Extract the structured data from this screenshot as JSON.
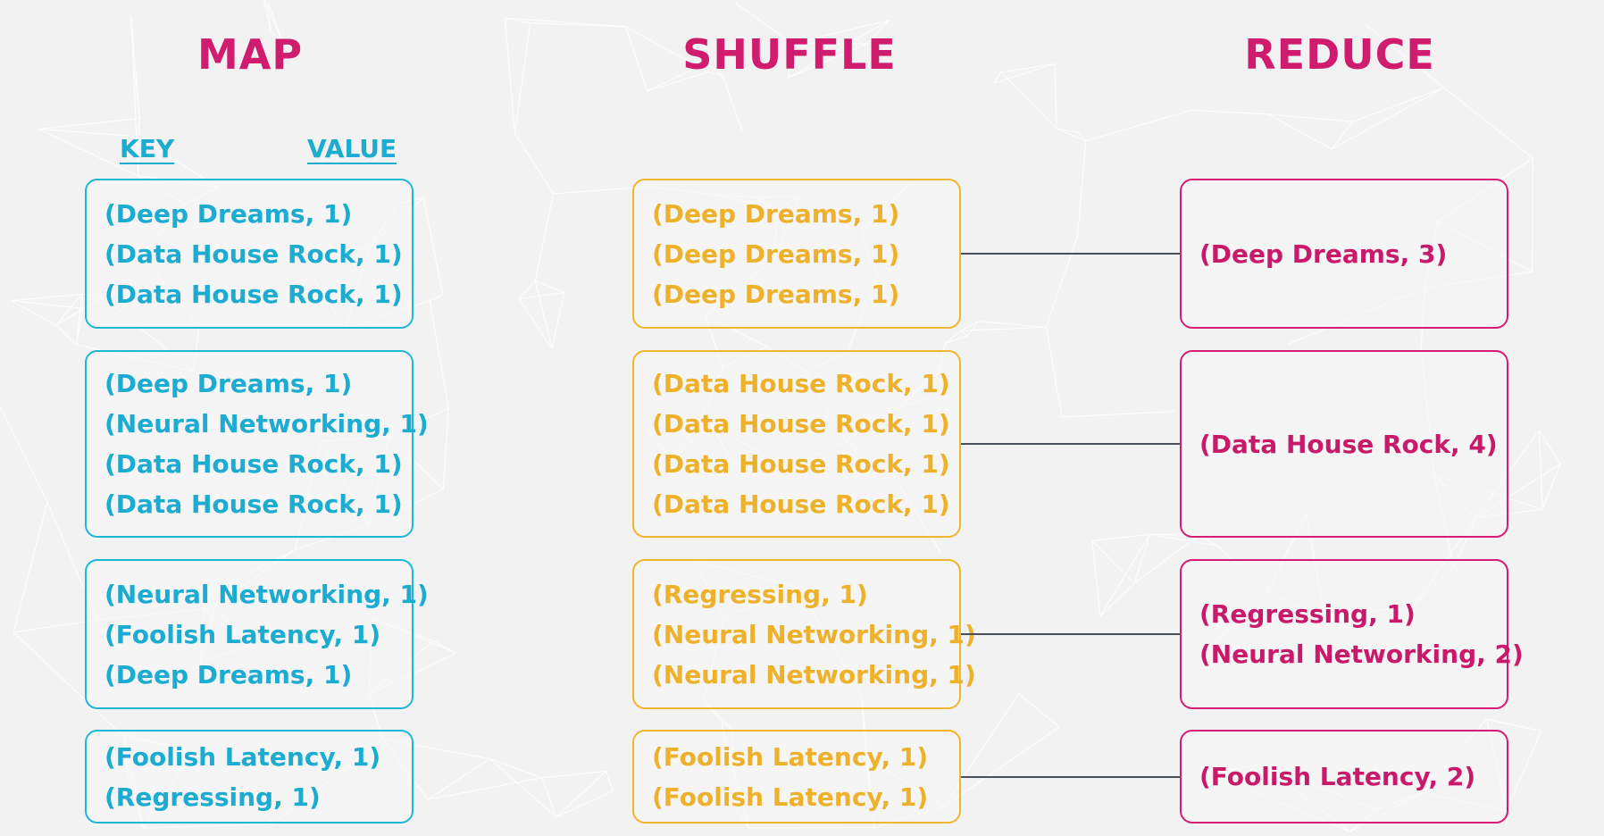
{
  "headers": {
    "map": "MAP",
    "shuffle": "SHUFFLE",
    "reduce": "REDUCE"
  },
  "map_columns": {
    "key": "KEY",
    "value": "VALUE"
  },
  "colors": {
    "map": "#1cabd1",
    "shuffle": "#eeb12c",
    "reduce": "#c91a6a",
    "header": "#d01c6e",
    "connector": "#4a5058"
  },
  "map_groups": [
    [
      "(Deep Dreams, 1)",
      "(Data House Rock, 1)",
      "(Data House Rock, 1)"
    ],
    [
      "(Deep Dreams, 1)",
      "(Neural Networking, 1)",
      "(Data House Rock, 1)",
      "(Data House Rock, 1)"
    ],
    [
      "(Neural Networking, 1)",
      "(Foolish Latency, 1)",
      "(Deep Dreams, 1)"
    ],
    [
      "(Foolish Latency, 1)",
      "(Regressing, 1)"
    ]
  ],
  "shuffle_groups": [
    [
      "(Deep Dreams, 1)",
      "(Deep Dreams, 1)",
      "(Deep Dreams, 1)"
    ],
    [
      "(Data House Rock, 1)",
      "(Data House Rock, 1)",
      "(Data House Rock, 1)",
      "(Data House Rock, 1)"
    ],
    [
      "(Regressing, 1)",
      "(Neural Networking, 1)",
      "(Neural Networking, 1)"
    ],
    [
      "(Foolish Latency, 1)",
      "(Foolish Latency, 1)"
    ]
  ],
  "reduce_groups": [
    [
      "(Deep Dreams, 3)"
    ],
    [
      "(Data House Rock, 4)"
    ],
    [
      "(Regressing, 1)",
      "(Neural Networking, 2)"
    ],
    [
      "(Foolish Latency, 2)"
    ]
  ]
}
